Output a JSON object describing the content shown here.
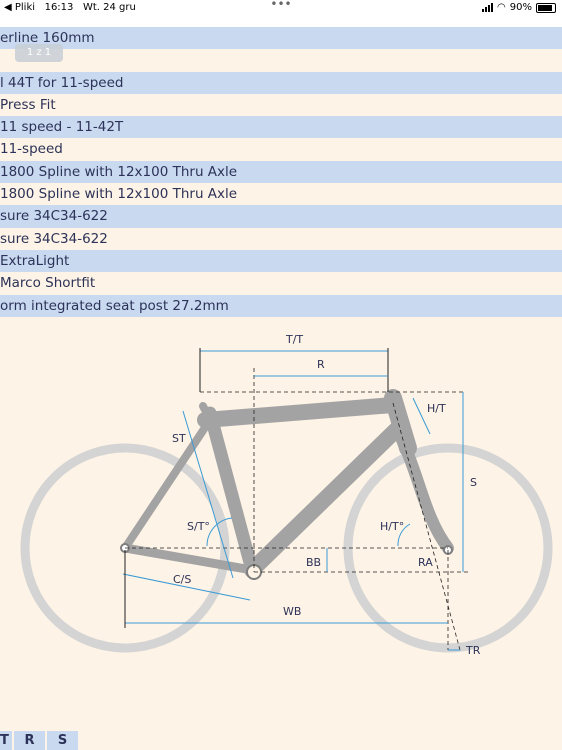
{
  "status_bar": {
    "back_app": "◀ Pliki",
    "time": "16:13",
    "date": "Wt. 24 gru",
    "battery": "90%"
  },
  "browser": {
    "url": "chrome://external-file",
    "menu_dots": "•••"
  },
  "pager": "1 z 1",
  "spec_rows": [
    {
      "text": "erline 160mm",
      "style": "blue"
    },
    {
      "text": "",
      "style": "cream"
    },
    {
      "text": "l 44T for 11-speed",
      "style": "blue"
    },
    {
      "text": "Press Fit",
      "style": "cream"
    },
    {
      "text": "11 speed - 11-42T",
      "style": "blue"
    },
    {
      "text": "11-speed",
      "style": "cream"
    },
    {
      "text": "1800 Spline with 12x100 Thru Axle",
      "style": "blue"
    },
    {
      "text": "1800 Spline with 12x100 Thru Axle",
      "style": "cream"
    },
    {
      "text": "sure 34C34-622",
      "style": "blue"
    },
    {
      "text": "sure 34C34-622",
      "style": "cream"
    },
    {
      "text": "ExtraLight",
      "style": "blue"
    },
    {
      "text": "Marco Shortfit",
      "style": "cream"
    },
    {
      "text": "orm integrated seat post 27.2mm",
      "style": "blue"
    }
  ],
  "geometry_labels": {
    "tt": "T/T",
    "r": "R",
    "ht": "H/T",
    "st": "ST",
    "s": "S",
    "sta": "S/T°",
    "hta": "H/T°",
    "bb": "BB",
    "ra": "RA",
    "cs": "C/S",
    "wb": "WB",
    "tr": "TR"
  },
  "bottom_tabs": [
    "T",
    "R",
    "S"
  ],
  "colors": {
    "blue_row": "#c8d9f0",
    "cream_row": "#fdf3e6",
    "text": "#2d3358",
    "frame": "#a3a3a3",
    "wheel": "#d4d4d4",
    "dimension": "#3a9bd5"
  }
}
